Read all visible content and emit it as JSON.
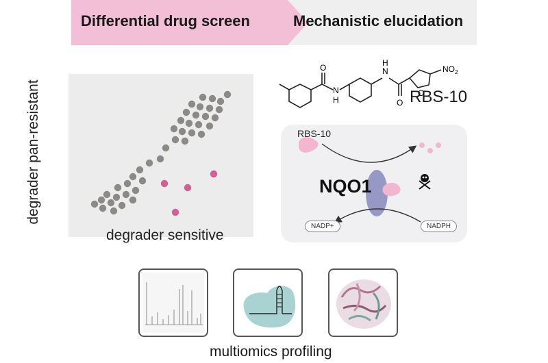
{
  "banner": {
    "left_label": "Differential drug screen",
    "right_label": "Mechanistic elucidation",
    "left_color": "#f2bfd6",
    "right_color": "#efefef"
  },
  "scatter": {
    "ylabel": "degrader pan-resistant",
    "xlabel": "degrader sensitive",
    "gray_color": "#8c8a87",
    "pink_color": "#d45f95"
  },
  "compound": {
    "name": "RBS-10",
    "amide_o": "O",
    "amide_n": "N",
    "amide_h": "H",
    "furan_o": "O",
    "nitro": "NO",
    "nitro_sub": "2"
  },
  "mechanism": {
    "substrate_label": "RBS-10",
    "enzyme_label": "NQO1",
    "cofactor_out": "NADP+",
    "cofactor_in": "NADPH",
    "enzyme_color": "#9698c6",
    "substrate_color": "#f3b6cf",
    "icons": [
      "skull-crossbones-icon"
    ]
  },
  "profiling": {
    "label": "multiomics profiling",
    "tiles": [
      "mass-spectrum-icon",
      "rna-hairpin-icon",
      "protein-structure-icon"
    ],
    "rna_color": "#a9d3d3"
  }
}
